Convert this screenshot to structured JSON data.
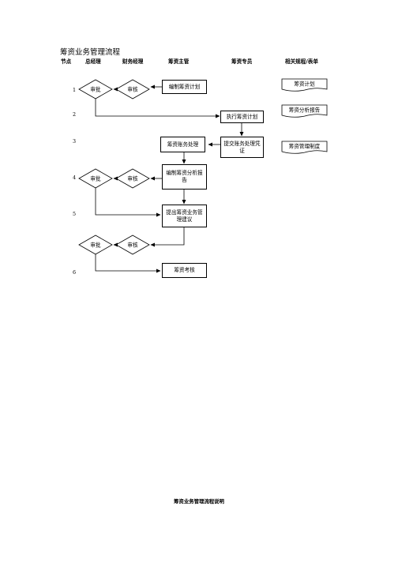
{
  "title": "筹资业务管理流程",
  "headers": {
    "node": "节点",
    "gm": "总经理",
    "fm": "财务经理",
    "fs": "筹资主管",
    "fc": "筹资专员",
    "docs": "相关规程/表单"
  },
  "node_numbers": [
    "1",
    "2",
    "3",
    "4",
    "5",
    "6"
  ],
  "boxes": {
    "compile_plan": "编制筹资计划",
    "execute_plan": "执行筹资计划",
    "finance_process": "筹资账务处理",
    "submit_vouchers": "提交账务处理凭证",
    "compile_report": "编制筹资分析报告",
    "submit_suggestion": "提出筹资业务管理建议",
    "assessment": "筹资考核"
  },
  "decisions": {
    "approve": "审批",
    "review": "审核"
  },
  "documents": [
    "筹资计划",
    "筹资分析报告",
    "筹资管理制度"
  ],
  "footer": "筹资业务管理流程说明"
}
